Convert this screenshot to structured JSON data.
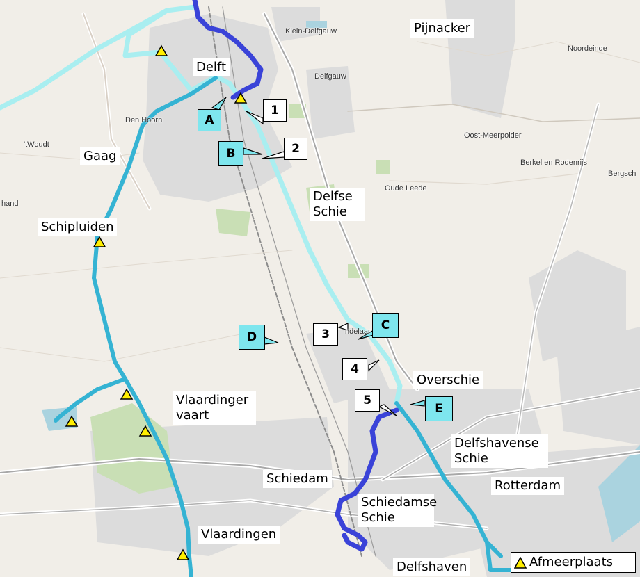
{
  "labels": {
    "delft": "Delft",
    "pijnacker": "Pijnacker",
    "gaag": "Gaag",
    "schipluiden": "Schipluiden",
    "delfse_schie": "Delfse Schie",
    "overschie": "Overschie",
    "vlaardinger_vaart": "Vlaardinger vaart",
    "delfshavense_schie": "Delfshavense Schie",
    "schiedam": "Schiedam",
    "rotterdam": "Rotterdam",
    "schiedamse_schie": "Schiedamse Schie",
    "vlaardingen": "Vlaardingen",
    "delfshaven": "Delfshaven"
  },
  "small_labels": {
    "klein_delfgauw": "Klein-Delfgauw",
    "delfgauw": "Delfgauw",
    "noordeinde": "Noordeinde",
    "den_hoorn": "Den Hoorn",
    "twoudt": "'tWoudt",
    "oost_meerpolder": "Oost-Meerpolder",
    "berkel": "Berkel en Rodenrijs",
    "bergsch": "Bergsch",
    "hand": "hand",
    "oude_leede": "Oude Leede",
    "kandelaar": "ndelaar"
  },
  "callouts": {
    "n1": "1",
    "n2": "2",
    "n3": "3",
    "n4": "4",
    "n5": "5",
    "a": "A",
    "b": "B",
    "c": "C",
    "d": "D",
    "e": "E"
  },
  "legend": {
    "label": "Afmeerplaats",
    "icon": "yellow-triangle-icon"
  },
  "colors": {
    "route_dark_blue": "#3a43d8",
    "route_medium": "#35b3d3",
    "route_light": "#a9eef0",
    "marker_yellow": "#ffee00",
    "callout_cyan": "#7ee6ee"
  }
}
